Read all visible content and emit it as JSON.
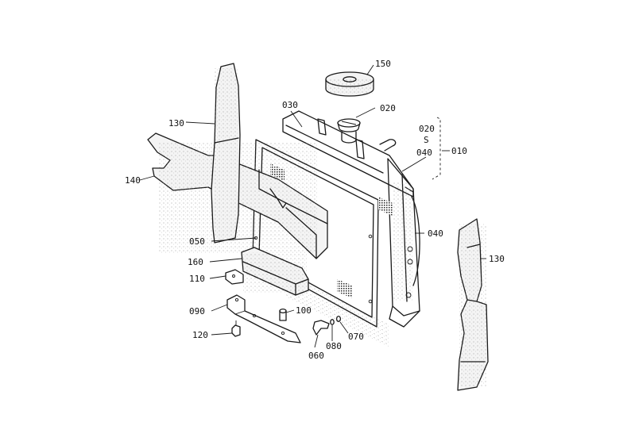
{
  "colors": {
    "ink": "#1a1a1a",
    "background": "#ffffff"
  },
  "labels": {
    "p150": "150",
    "p030": "030",
    "p020": "020",
    "p130_left": "130",
    "p020_range": "020",
    "p_range_sep": "S",
    "p040_range": "040",
    "p010": "010",
    "p140": "140",
    "p040": "040",
    "p050": "050",
    "p130_right": "130",
    "p160": "160",
    "p110": "110",
    "p090": "090",
    "p100": "100",
    "p120": "120",
    "p070": "070",
    "p080": "080",
    "p060": "060"
  }
}
